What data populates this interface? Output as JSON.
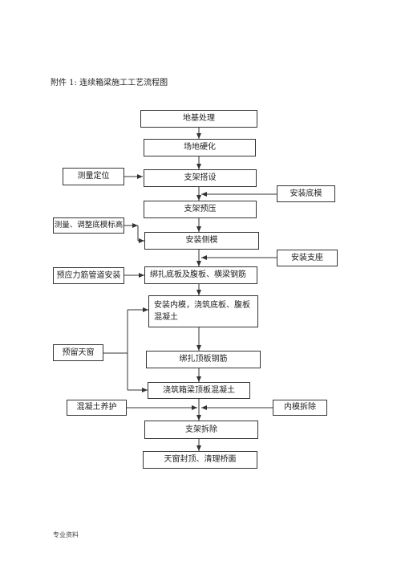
{
  "caption": "附件 1: 连续箱梁施工工艺流程图",
  "footer": "专业资料",
  "flowchart": {
    "main_steps": [
      "地基处理",
      "场地硬化",
      "支架搭设",
      "支架预压",
      "安装侧模",
      "绑扎底板及腹板、横梁钢筋",
      "安装内模，浇筑底板、腹板混凝土",
      "绑扎顶板钢筋",
      "浇筑箱梁顶板混凝土",
      "支架拆除",
      "天窗封顶、清理桥面"
    ],
    "left_inputs": [
      "测量定位",
      "测量、调整底模标高",
      "预应力筋管道安装",
      "预留天窗",
      "混凝土养护"
    ],
    "right_inputs": [
      "安装底模",
      "安装支座",
      "内模拆除"
    ]
  },
  "colors": {
    "line": "#333333",
    "text": "#222222",
    "background": "#ffffff"
  }
}
